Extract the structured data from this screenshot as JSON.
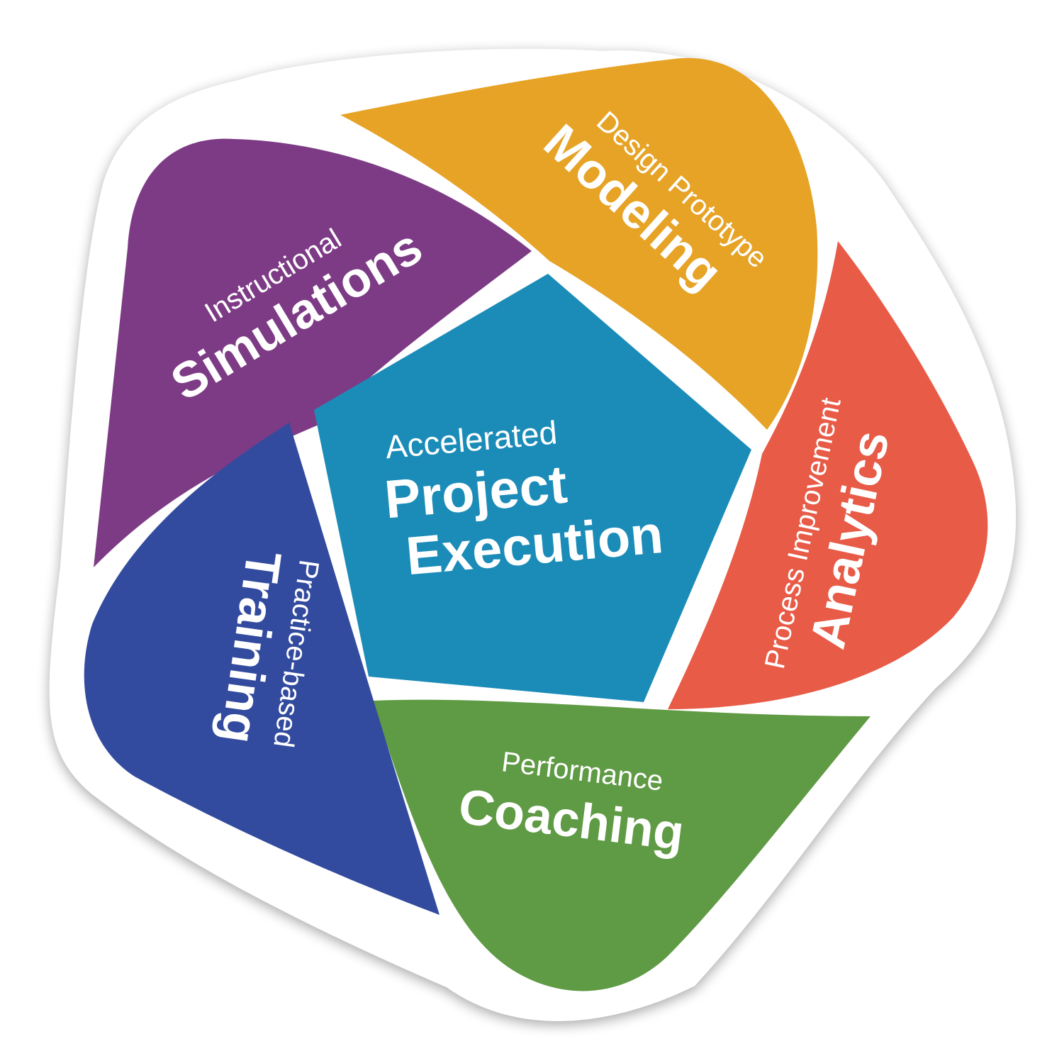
{
  "colors": {
    "background": "#ffffff",
    "badge": "#ffffff",
    "text": "#ffffff"
  },
  "center": {
    "subtitle": "Accelerated",
    "title_line1": "Project",
    "title_line2": "Execution",
    "color": "#1b8cb8"
  },
  "petals": [
    {
      "key": "simulations",
      "subtitle": "Instructional",
      "title": "Simulations",
      "color": "#7d3b85"
    },
    {
      "key": "modeling",
      "subtitle": "Design Prototype",
      "title": "Modeling",
      "color": "#e6a326"
    },
    {
      "key": "analytics",
      "subtitle": "Process Improvement",
      "title": "Analytics",
      "color": "#e85b47"
    },
    {
      "key": "coaching",
      "subtitle": "Performance",
      "title": "Coaching",
      "color": "#5f9a44"
    },
    {
      "key": "training",
      "subtitle": "Practice-based",
      "title": "Training",
      "color": "#334b9e"
    }
  ]
}
